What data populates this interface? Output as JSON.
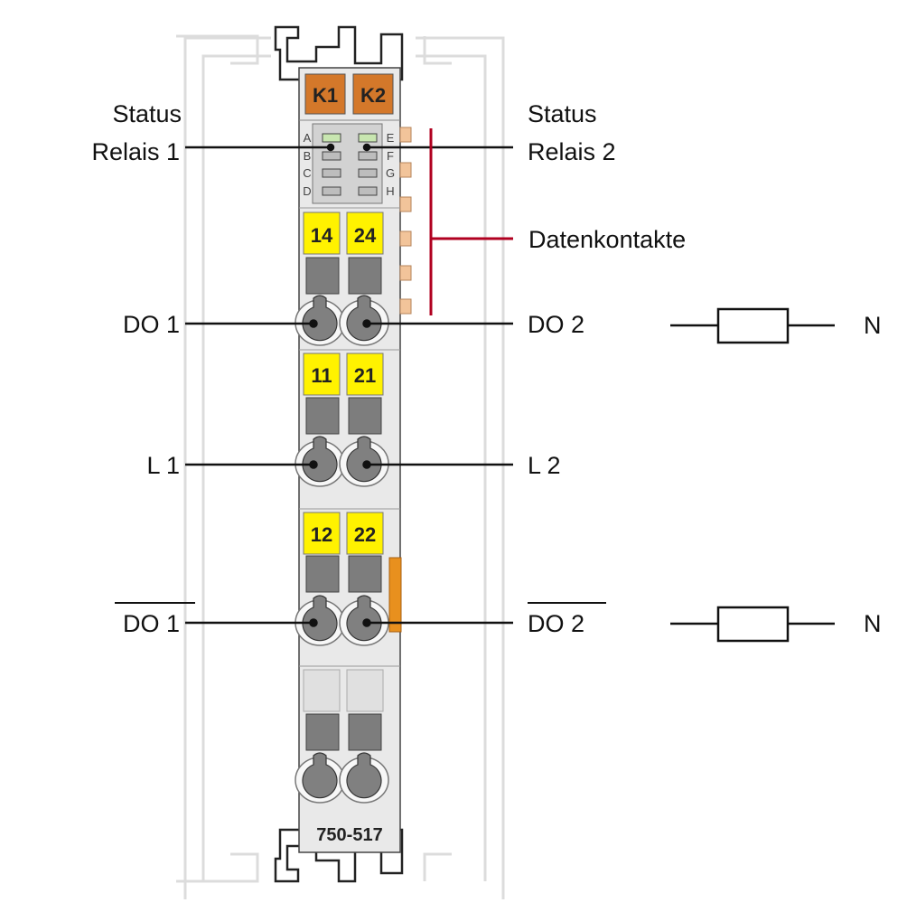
{
  "module": {
    "model": "750-517",
    "relay_labels": [
      "K1",
      "K2"
    ],
    "led_rows": [
      {
        "left": "A",
        "right": "E"
      },
      {
        "left": "B",
        "right": "F"
      },
      {
        "left": "C",
        "right": "G"
      },
      {
        "left": "D",
        "right": "H"
      }
    ],
    "terminal_labels": [
      {
        "left": "14",
        "right": "24"
      },
      {
        "left": "11",
        "right": "21"
      },
      {
        "left": "12",
        "right": "22"
      }
    ]
  },
  "callouts": {
    "status_relais_1": {
      "line1": "Status",
      "line2": "Relais 1"
    },
    "status_relais_2": {
      "line1": "Status",
      "line2": "Relais 2"
    },
    "datenkontakte": "Datenkontakte",
    "do1": "DO 1",
    "do2": "DO 2",
    "l1": "L 1",
    "l2": "L 2",
    "do1_inverted": "DO 1",
    "do2_inverted": "DO 2",
    "n_label": "N"
  },
  "colors": {
    "module_body": "#e9e9e9",
    "relay_orange": "#d4782a",
    "terminal_yellow": "#fff200",
    "data_contact": "#f2c49a",
    "callout_red": "#b00020",
    "led_green": "#c8e6b0",
    "strip_orange": "#e8901e"
  }
}
